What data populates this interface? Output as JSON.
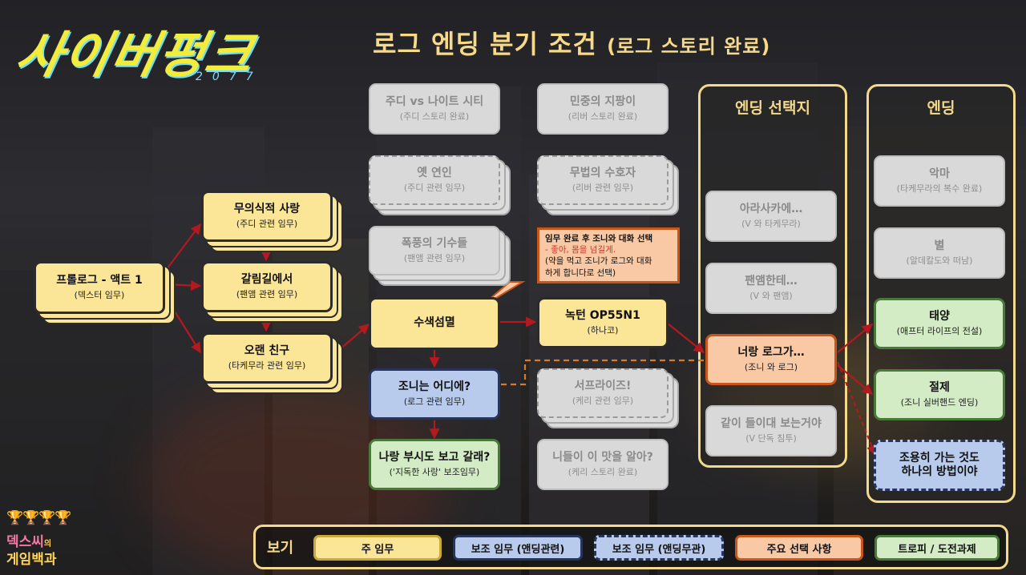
{
  "logo": {
    "text": "사이버펑크",
    "sub": "2077"
  },
  "title": {
    "main": "로그 엔딩 분기 조건",
    "sub": "(로그 스토리 완료)"
  },
  "nodes": {
    "prologue": {
      "t": "프롤로그 - 액트 1",
      "s": "(덱스터 임무)"
    },
    "unconscious_love": {
      "t": "무의식적 사랑",
      "s": "(주디 관련 임무)"
    },
    "crossroads": {
      "t": "갈림길에서",
      "s": "(팬앰 관련 임무)"
    },
    "old_friend": {
      "t": "오랜 친구",
      "s": "(타케무라 관련 임무)"
    },
    "judy_vs_nc": {
      "t": "주디 vs 나이트 시티",
      "s": "(주디 스토리 완료)"
    },
    "old_flame": {
      "t": "옛 연인",
      "s": "(주디 관련 임무)"
    },
    "storm_rider": {
      "t": "폭풍의 기수들",
      "s": "(팬앰 관련 임무)"
    },
    "search_destroy": {
      "t": "수색섬멸",
      "s": ""
    },
    "where_johnny": {
      "t": "조니는 어디에?",
      "s": "(로그 관련 임무)"
    },
    "busy_to_see": {
      "t": "나랑 부시도 보고 갈래?",
      "s": "('지독한 사랑' 보조임무)"
    },
    "peoples_cane": {
      "t": "민중의 지팡이",
      "s": "(리버 스토리 완료)"
    },
    "outlaw_guard": {
      "t": "무법의 수호자",
      "s": "(리버 관련 임무)"
    },
    "recorded": {
      "t": "녹턴 OP55N1",
      "s": "(하나코)"
    },
    "surprise": {
      "t": "서프라이즈!",
      "s": "(케리 관련 임무)"
    },
    "taste": {
      "t": "니들이 이 맛을 알아?",
      "s": "(케리 스토리 완료)"
    },
    "arasaka": {
      "t": "아라사카에…",
      "s": "(V 와 타케무라)"
    },
    "panam": {
      "t": "팬앰한테…",
      "s": "(V 와 팬앰)"
    },
    "rogue": {
      "t": "너랑 로그가…",
      "s": "(조니 와 로그)"
    },
    "together": {
      "t": "같이 들이대 보는거야",
      "s": "(V 단독 침투)"
    },
    "devil": {
      "t": "악마",
      "s": "(타케무라의 복수 완료)"
    },
    "star": {
      "t": "별",
      "s": "(알데칼도와 떠남)"
    },
    "sun": {
      "t": "태양",
      "s": "(애프터 라이프의 전설)"
    },
    "temperance": {
      "t": "절제",
      "s": "(조니 실버핸드 엔딩)"
    },
    "quiet_way": {
      "t": "조용히 가는 것도",
      "s": "하나의 방법이야"
    }
  },
  "panels": {
    "choices": "엔딩 선택지",
    "endings": "엔딩"
  },
  "callout": {
    "l1": "임무 완료 후 조니와 대화 선택",
    "l2": "-  좋아, 몸을 넘길게.",
    "l3": "(약을 먹고 조니가 로그와 대화",
    "l4": "하게 합니다로 선택)"
  },
  "legend": {
    "label": "보기",
    "items": [
      "주 임무",
      "보조 임무 (앤딩관련)",
      "보조 임무 (앤딩무관)",
      "주요 선택 사항",
      "트로피 / 도전과제"
    ]
  },
  "brand": {
    "line1": "덱스씨",
    "line1_small": "의",
    "line2": "게임백과"
  },
  "colors": {
    "yellow": "#fbe597",
    "blue": "#b8cbec",
    "orange": "#f8c9a4",
    "green": "#d3ecc6",
    "gray": "#d9d9d9",
    "arrow_red": "#b3191e",
    "dash_orange": "#e2771e"
  }
}
